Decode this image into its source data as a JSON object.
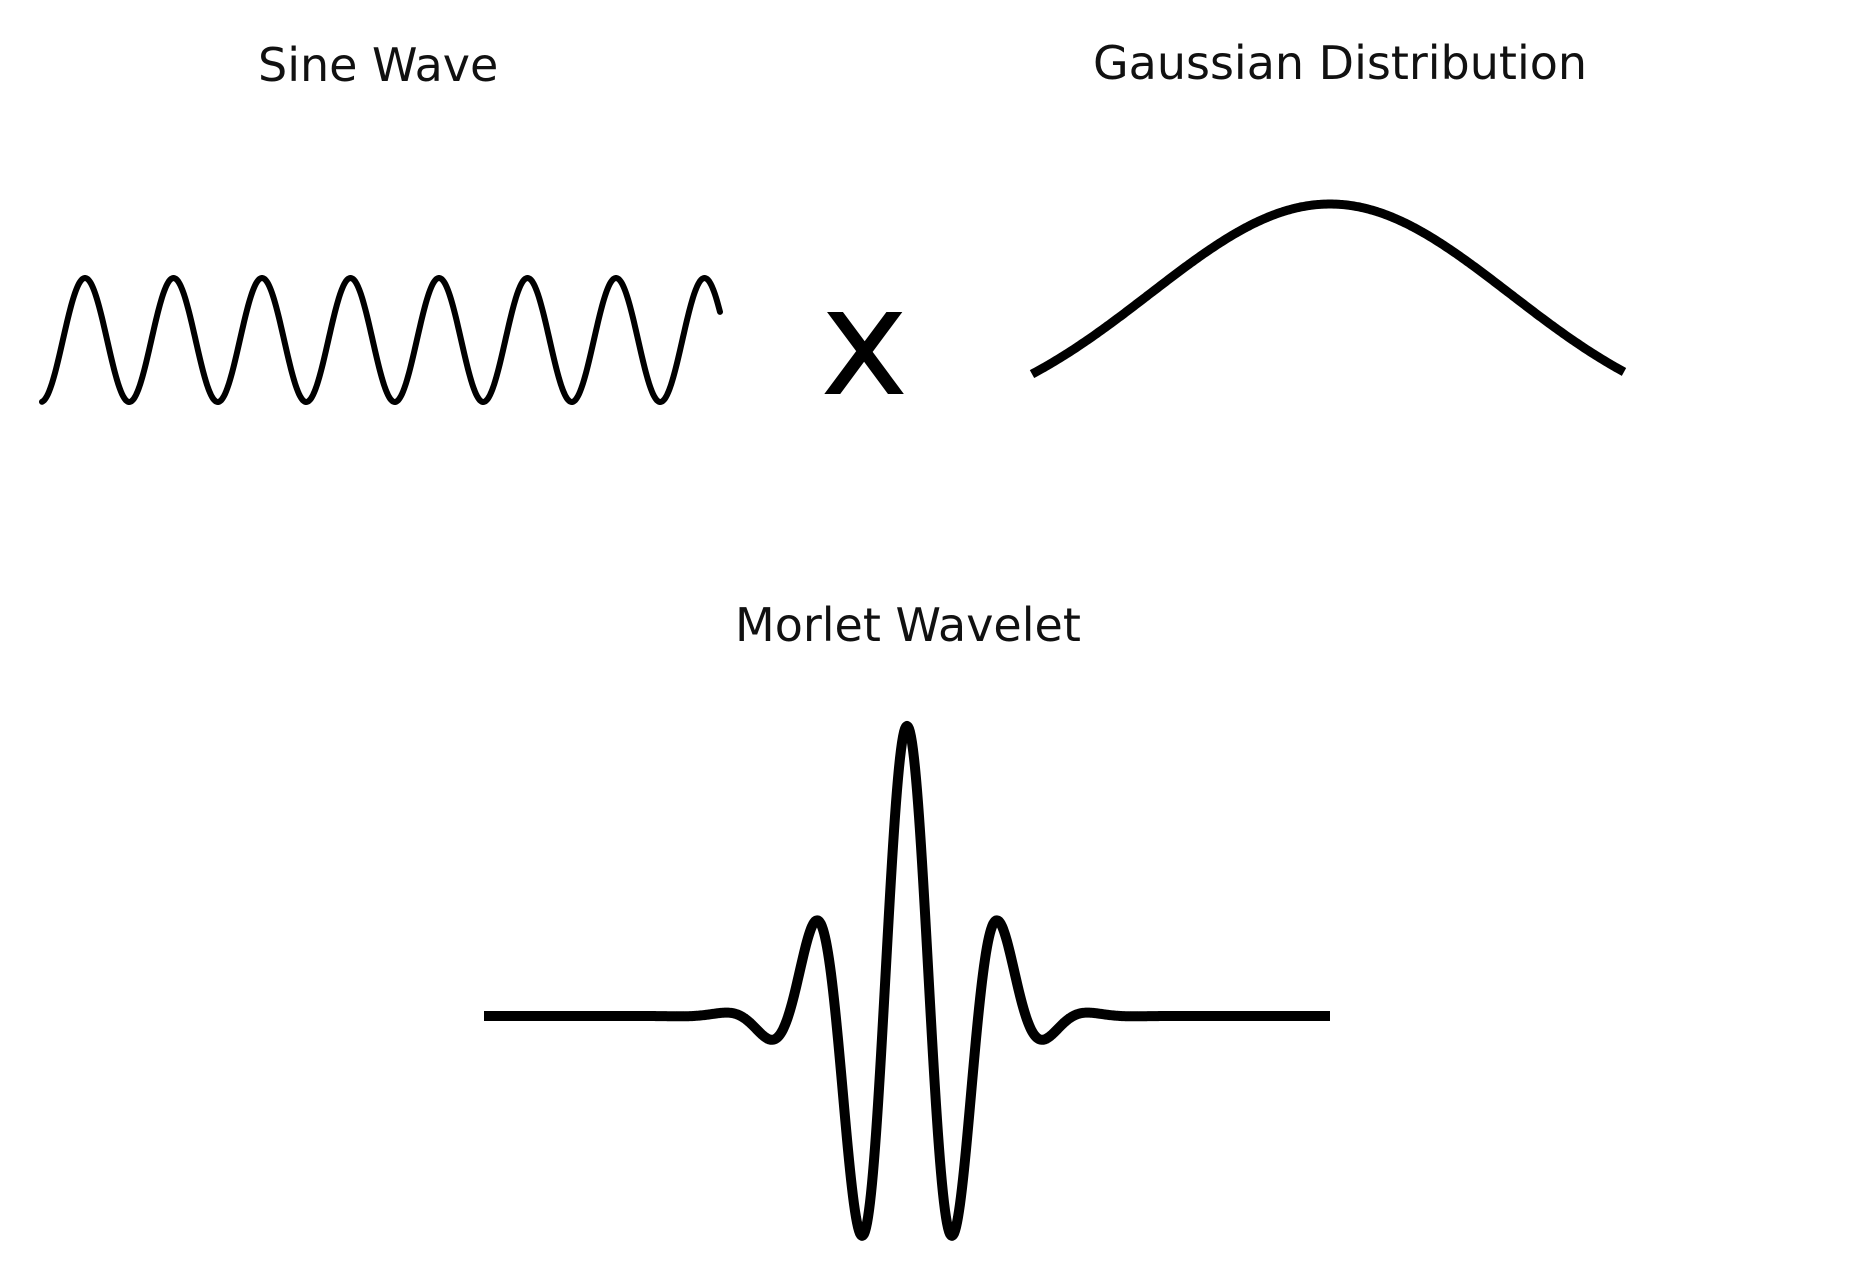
{
  "labels": {
    "sine": "Sine Wave",
    "gaussian": "Gaussian Distribution",
    "morlet": "Morlet Wavelet"
  },
  "operator": "x",
  "colors": {
    "stroke": "#000000",
    "background": "#ffffff"
  }
}
